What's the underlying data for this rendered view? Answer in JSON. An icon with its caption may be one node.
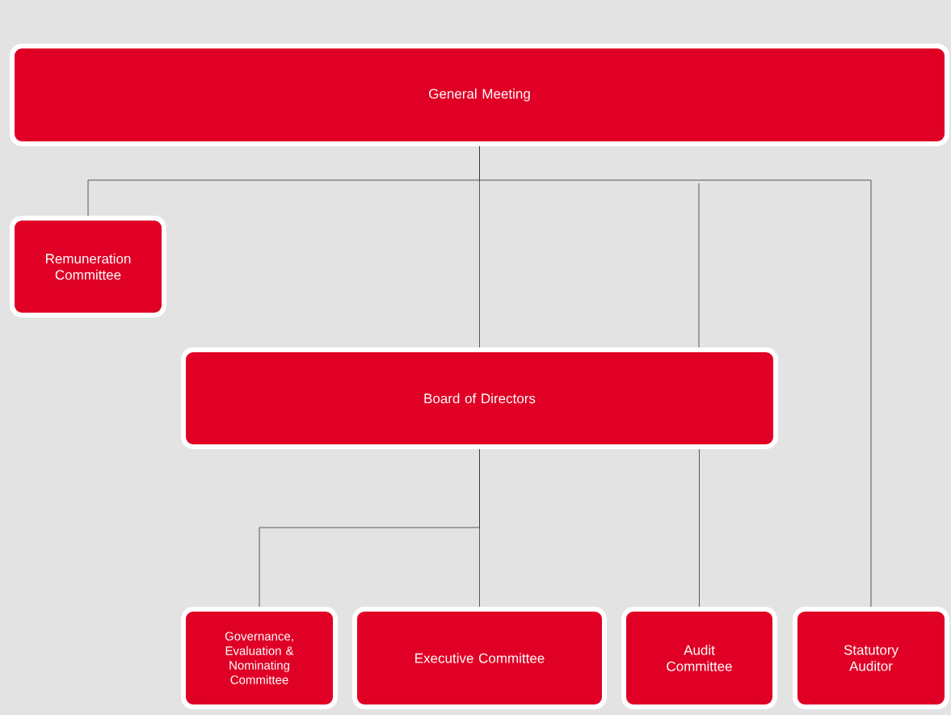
{
  "diagram": {
    "nodes": [
      {
        "text": [
          "General Meeting"
        ]
      },
      {
        "text": [
          "Remuneration Committee"
        ]
      },
      {
        "text": [
          "Board of Directors"
        ]
      },
      {
        "text": [
          "Governance, Evaluation & Nominating Committee"
        ]
      },
      {
        "text": [
          "Executive Committee"
        ]
      },
      {
        "text": [
          "Audit Committee"
        ]
      },
      {
        "text": [
          "Statutory Auditor"
        ]
      }
    ],
    "edges": [
      {
        "from": 0,
        "to": 1,
        "arrow": "none"
      },
      {
        "from": 0,
        "to": 2,
        "arrow": "none"
      },
      {
        "from": null,
        "to": 2,
        "arrow": "none"
      },
      {
        "from": 0,
        "to": 6,
        "arrow": "none"
      },
      {
        "from": 2,
        "to": 3,
        "arrow": "none"
      },
      {
        "from": 2,
        "to": 4,
        "arrow": "none"
      },
      {
        "from": 2,
        "to": 5,
        "arrow": "none"
      }
    ]
  }
}
